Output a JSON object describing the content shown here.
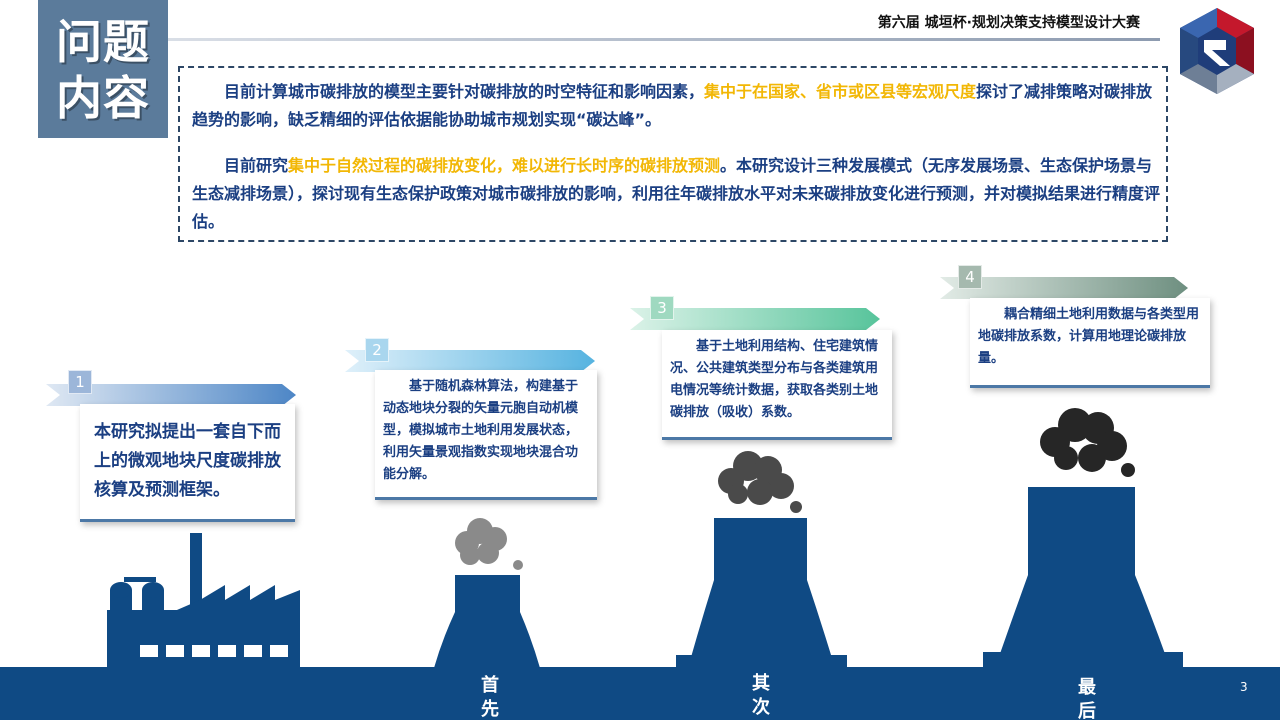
{
  "header": {
    "title_line1": "问题",
    "title_line2": "内容",
    "competition": "第六届 城垣杯·规划决策支持模型设计大赛"
  },
  "intro": {
    "p1_a": "目前计算城市碳排放的模型主要针对碳排放的时空特征和影响因素，",
    "p1_hl": "集中于在国家、省市或区县等宏观尺度",
    "p1_b": "探讨了减排策略对碳排放趋势的影响，缺乏精细的评估依据能协助城市规划实现“碳达峰”。",
    "p2_a": "目前研究",
    "p2_hl": "集中于自然过程的碳排放变化，难以进行长时序的碳排放预测",
    "p2_b": "。本研究设计三种发展模式（无序发展场景、生态保护场景与生态减排场景），探讨现有生态保护政策对城市碳排放的影响，利用往年碳排放水平对未来碳排放变化进行预测，并对模拟结果进行精度评估。"
  },
  "steps": [
    {
      "num": "1",
      "text": "本研究拟提出一套自下而上的微观地块尺度碳排放核算及预测框架。",
      "color": "#4d86c6"
    },
    {
      "num": "2",
      "text": "基于随机森林算法，构建基于动态地块分裂的矢量元胞自动机模型，模拟城市土地利用发展状态，利用矢量景观指数实现地块混合功能分解。",
      "color": "#56b3e0"
    },
    {
      "num": "3",
      "text": "基于土地利用结构、住宅建筑情况、公共建筑类型分布与各类建筑用电情况等统计数据，获取各类别土地碳排放（吸收）系数。",
      "color": "#57c49b"
    },
    {
      "num": "4",
      "text": "耦合精细土地利用数据与各类型用地碳排放系数，计算用地理论碳排放量。",
      "color": "#6e8f80"
    }
  ],
  "stages": [
    "首先",
    "其次",
    "最后"
  ],
  "page_number": "3",
  "colors": {
    "navy": "#0f4a84",
    "highlight": "#f2b705",
    "text_blue": "#1b3f82",
    "smoke_light": "#8a8a8a",
    "smoke_dark": "#2b2b2b"
  }
}
